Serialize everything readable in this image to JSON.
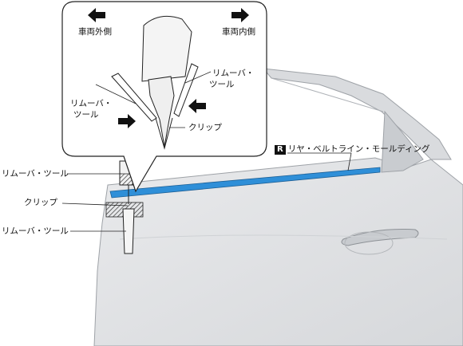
{
  "labels": {
    "outer_side": "車両外側",
    "inner_side": "車両内側",
    "remover_tool_inset_left_line1": "リムーバ・",
    "remover_tool_inset_left_line2": "ツール",
    "remover_tool_inset_right_line1": "リムーバ・",
    "remover_tool_inset_right_line2": "ツール",
    "clip_inset": "クリップ",
    "remover_tool_upper": "リムーバ・ツール",
    "clip_main": "クリップ",
    "remover_tool_lower": "リムーバ・ツール",
    "part_badge": "R",
    "part_name": "リヤ・ベルトライン・モールディング"
  },
  "colors": {
    "molding": "#2f8fd8",
    "car_body": "#dfe1e3",
    "line": "#222222"
  },
  "icons": [
    "arrow-left-icon",
    "arrow-right-icon"
  ]
}
